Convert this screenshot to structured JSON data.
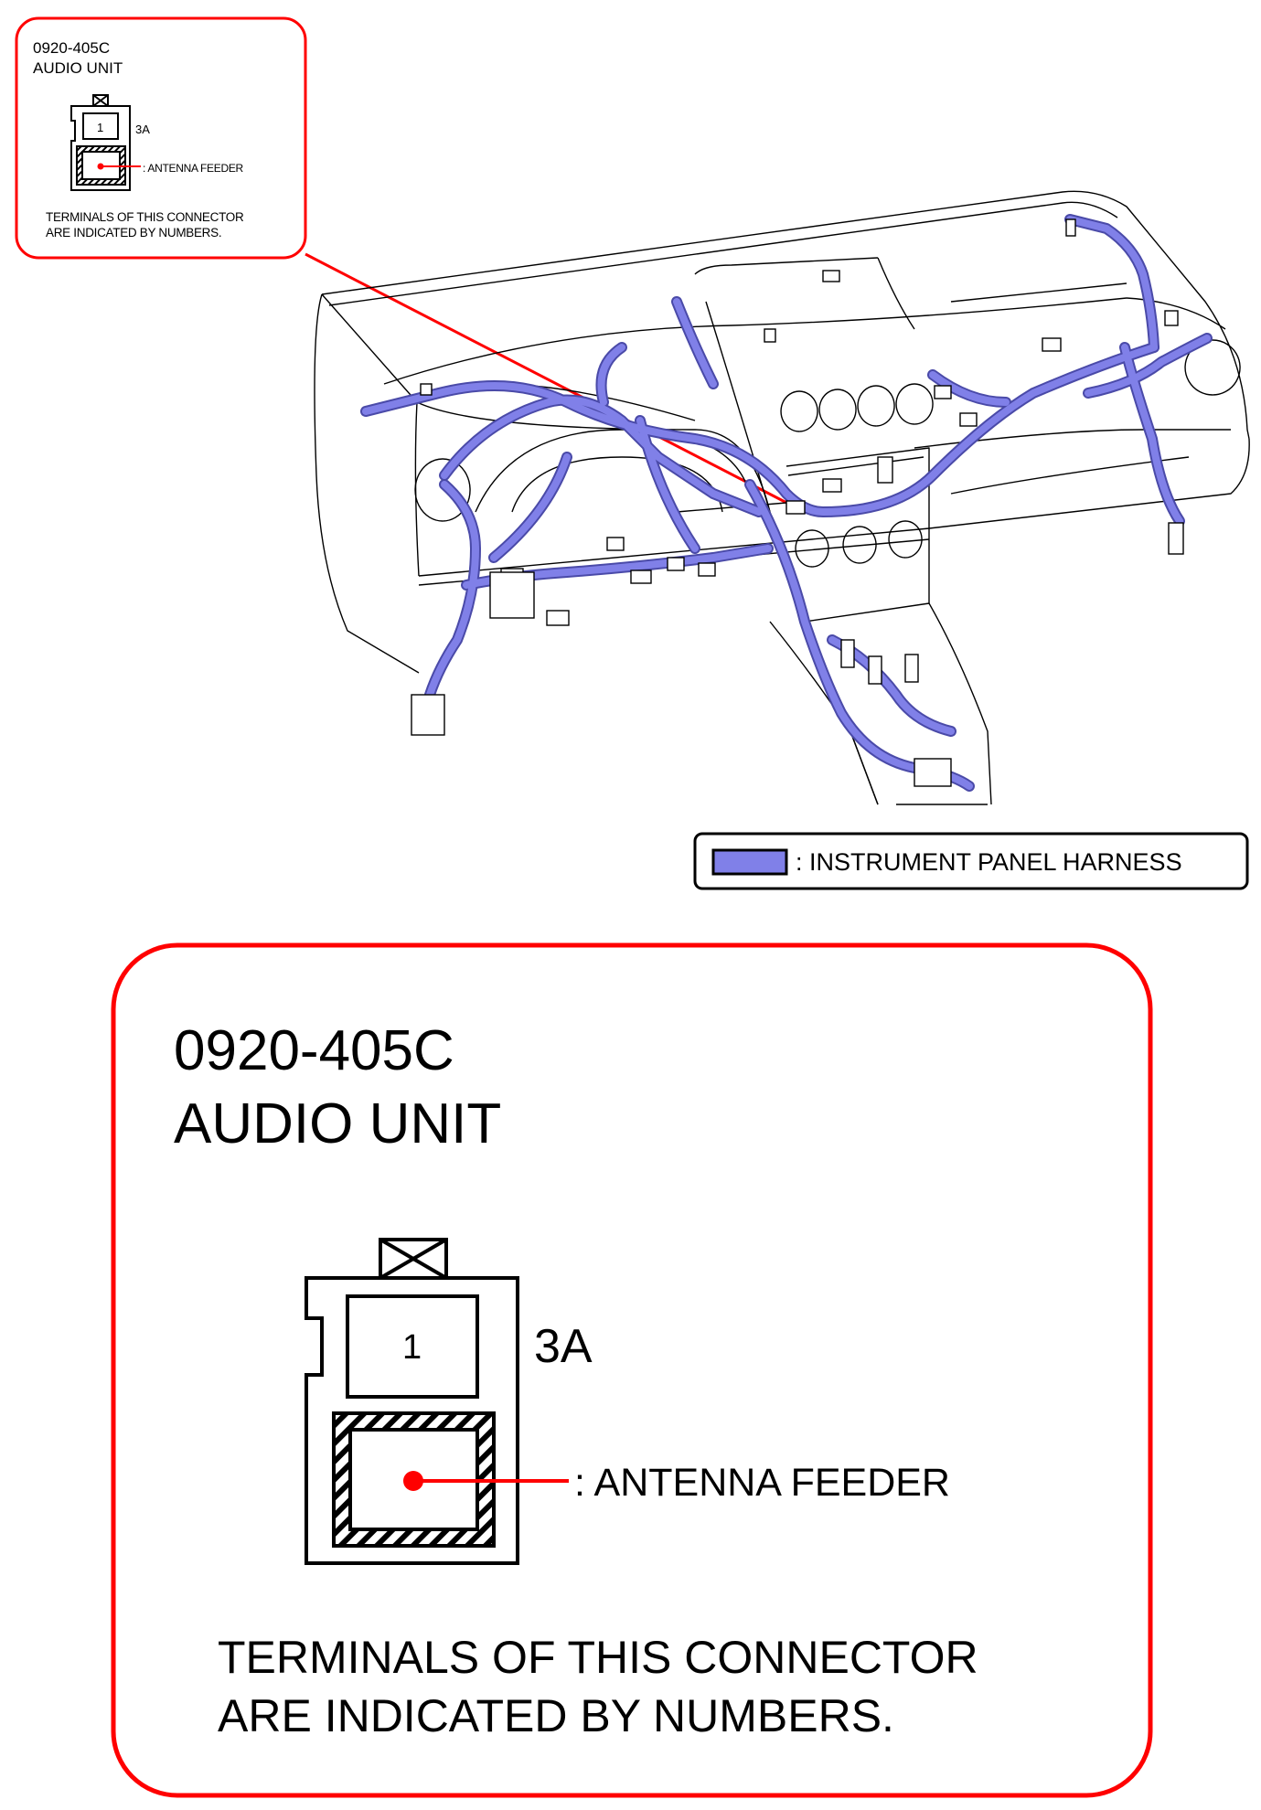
{
  "connector": {
    "code": "0920-405C",
    "name": "AUDIO UNIT",
    "pin_number": "1",
    "connector_id": "3A",
    "pin_function": ": ANTENNA FEEDER",
    "note_line1": "TERMINALS OF THIS CONNECTOR",
    "note_line2": "ARE INDICATED BY NUMBERS."
  },
  "legend": {
    "label": ": INSTRUMENT PANEL HARNESS",
    "swatch_color": "#8080e8"
  },
  "colors": {
    "callout_border": "#ff0000",
    "harness": "#8080e8",
    "harness_outline": "#4a4aa8",
    "line_art": "#000000"
  }
}
